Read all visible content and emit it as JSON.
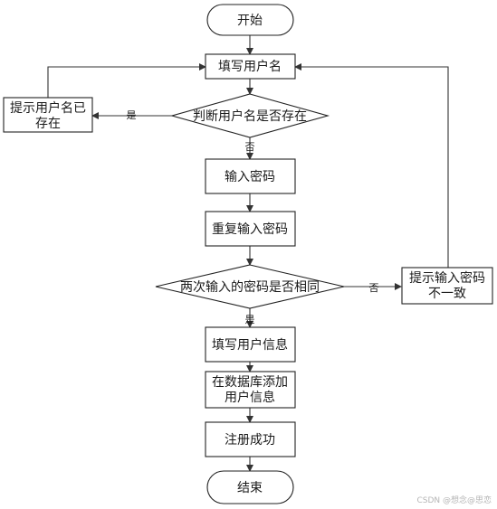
{
  "nodes": {
    "start": "开始",
    "fill_username": "填写用户名",
    "check_username": "判断用户名是否存在",
    "username_exists_line1": "提示用户名已",
    "username_exists_line2": "存在",
    "enter_password": "输入密码",
    "repeat_password": "重复输入密码",
    "compare_passwords": "两次输入的密码是否相同",
    "mismatch_line1": "提示输入密码",
    "mismatch_line2": "不一致",
    "fill_user_info": "填写用户信息",
    "add_db_line1": "在数据库添加",
    "add_db_line2": "用户信息",
    "register_success": "注册成功",
    "end": "结束"
  },
  "edge_labels": {
    "username_yes": "是",
    "username_no": "否",
    "password_no": "否",
    "password_yes": "是"
  },
  "watermark": "CSDN @想念@思恋"
}
